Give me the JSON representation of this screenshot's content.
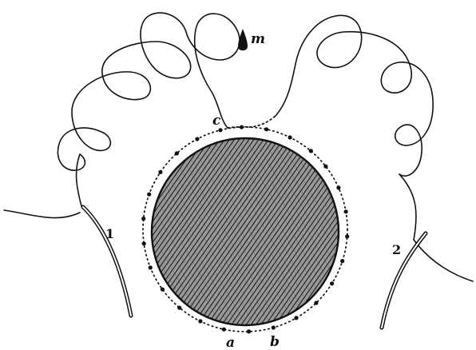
{
  "figure": {
    "labels": {
      "m": "m",
      "c": "c",
      "a": "a",
      "b": "b",
      "needle_1": "1",
      "needle_2": "2"
    },
    "colors": {
      "ink": "#111111",
      "paper": "#ffffff"
    }
  }
}
